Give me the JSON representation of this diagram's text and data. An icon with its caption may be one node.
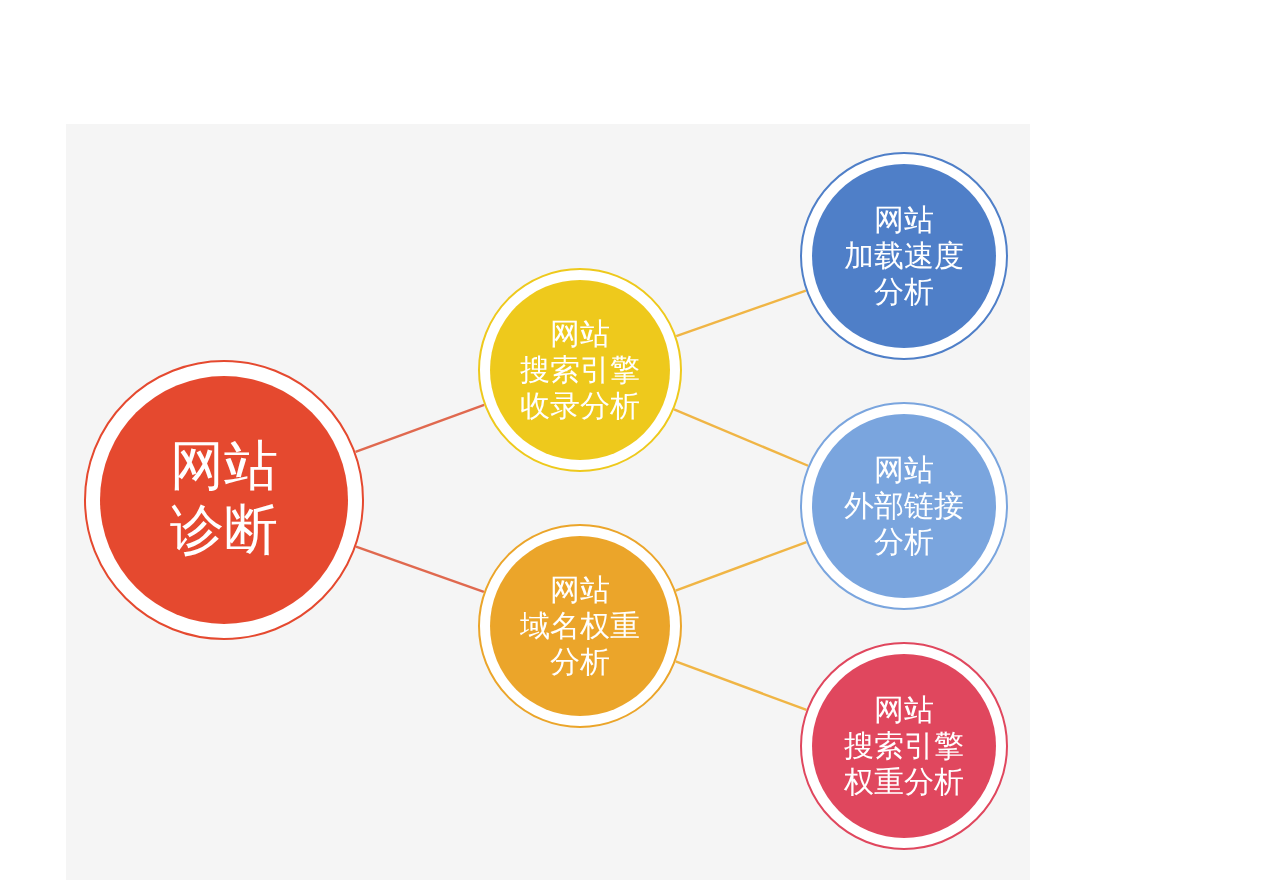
{
  "diagram": {
    "nodes": [
      {
        "text": [
          "网站诊断"
        ]
      },
      {
        "text": [
          "网站搜索引擎收录分析"
        ]
      },
      {
        "text": [
          "网站域名权重分析"
        ]
      },
      {
        "text": [
          "网站加载速度分析"
        ]
      },
      {
        "text": [
          "网站外部链接分析"
        ]
      },
      {
        "text": [
          "网站搜索引擎权重分析"
        ]
      }
    ],
    "edges": [
      {
        "from": 0,
        "to": 1,
        "arrow": "none",
        "color": "#e0694f"
      },
      {
        "from": 0,
        "to": 2,
        "arrow": "none",
        "color": "#e0694f"
      },
      {
        "from": 1,
        "to": 3,
        "arrow": "none"
      },
      {
        "from": 1,
        "to": 4,
        "arrow": "none"
      },
      {
        "from": 2,
        "to": 4,
        "arrow": "none"
      },
      {
        "from": 2,
        "to": 5,
        "arrow": "none"
      }
    ]
  }
}
